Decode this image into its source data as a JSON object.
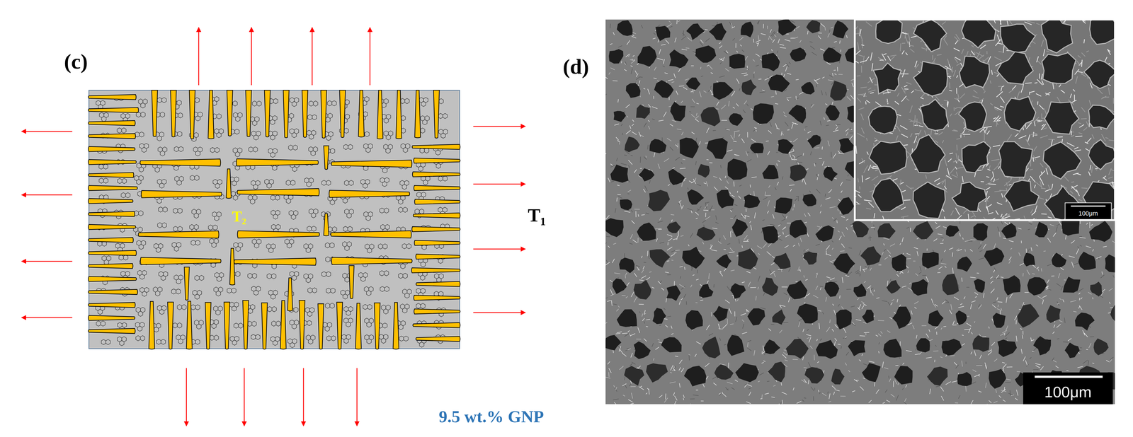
{
  "diagram": {
    "labels": [
      "(c)",
      "T₂",
      "T₁",
      "9.5 wt.% GNP",
      "(d)",
      "100μm",
      "100μm"
    ]
  }
}
